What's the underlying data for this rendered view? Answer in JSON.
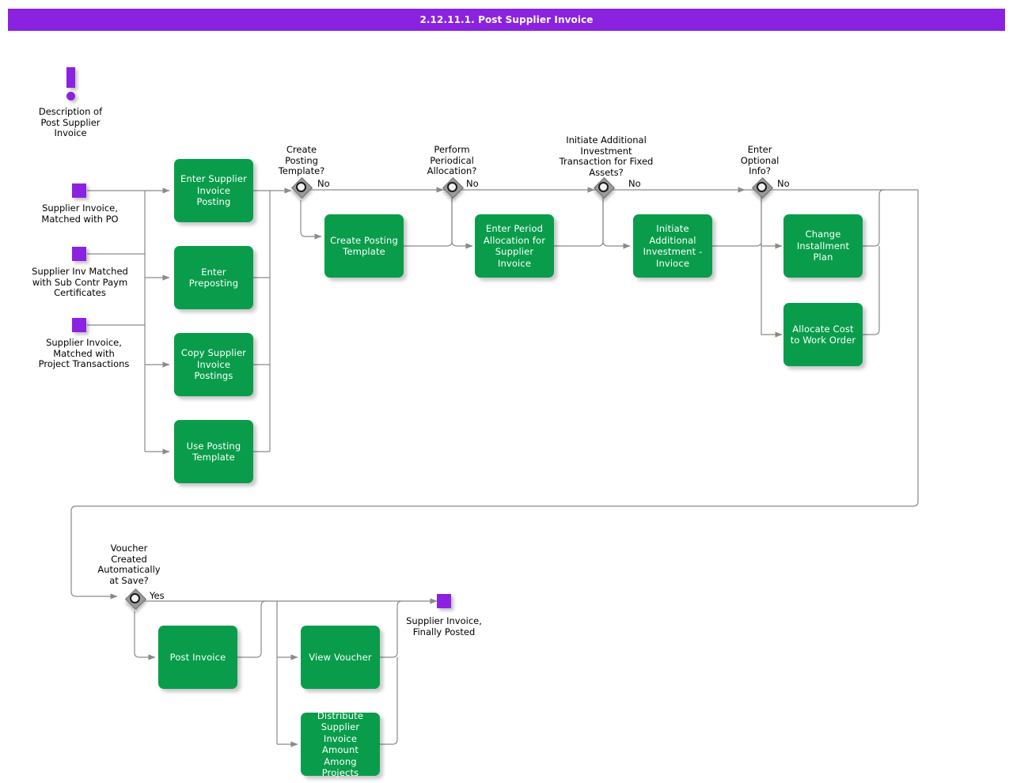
{
  "header": {
    "title": "2.12.11.1. Post Supplier Invoice"
  },
  "description_node": {
    "icon": "exclamation-icon",
    "label": "Description of\nPost Supplier\nInvoice"
  },
  "inputs": [
    {
      "name": "supplier-invoice-matched-with-po",
      "label": "Supplier Invoice,\nMatched with PO"
    },
    {
      "name": "supplier-inv-matched-sub-contr",
      "label": "Supplier Inv Matched\nwith Sub Contr Paym\nCertificates"
    },
    {
      "name": "supplier-invoice-project-transactions",
      "label": "Supplier Invoice,\nMatched with\nProject Transactions"
    }
  ],
  "outputs": [
    {
      "name": "supplier-invoice-finally-posted",
      "label": "Supplier Invoice,\nFinally Posted"
    }
  ],
  "entry_processes": [
    {
      "name": "enter-supplier-invoice-posting",
      "label": "Enter Supplier\nInvoice Posting"
    },
    {
      "name": "enter-preposting",
      "label": "Enter Preposting"
    },
    {
      "name": "copy-supplier-invoice-postings",
      "label": "Copy Supplier\nInvoice Postings"
    },
    {
      "name": "use-posting-template",
      "label": "Use Posting\nTemplate"
    }
  ],
  "decisions": [
    {
      "name": "create-posting-template",
      "question": "Create\nPosting\nTemplate?",
      "branch_label": "No"
    },
    {
      "name": "perform-periodical-allocation",
      "question": "Perform\nPeriodical\nAllocation?",
      "branch_label": "No"
    },
    {
      "name": "initiate-additional-investment",
      "question": "Initiate Additional\nInvestment\nTransaction for Fixed\nAssets?",
      "branch_label": "No"
    },
    {
      "name": "enter-optional-info",
      "question": "Enter\nOptional\nInfo?",
      "branch_label": "No"
    },
    {
      "name": "voucher-created-automatically",
      "question": "Voucher\nCreated\nAutomatically\nat Save?",
      "branch_label": "Yes"
    }
  ],
  "processes": [
    {
      "name": "create-posting-template-process",
      "label": "Create Posting\nTemplate"
    },
    {
      "name": "enter-period-allocation",
      "label": "Enter Period\nAllocation for\nSupplier Invoice"
    },
    {
      "name": "initiate-additional-investment-invoice",
      "label": "Initiate\nAdditional\nInvestment -\nInvioce"
    },
    {
      "name": "change-installment-plan",
      "label": "Change\nInstallment Plan"
    },
    {
      "name": "allocate-cost-to-work-order",
      "label": "Allocate Cost to\nWork Order"
    },
    {
      "name": "post-invoice",
      "label": "Post Invoice"
    },
    {
      "name": "view-voucher",
      "label": "View Voucher"
    },
    {
      "name": "distribute-supplier-invoice-amount",
      "label": "Distribute\nSupplier Invoice\nAmount Among\nProjects"
    }
  ],
  "colors": {
    "titlebar": "#8b22e0",
    "process": "#099d4b",
    "data_node": "#8b22e0",
    "decision": "#9a9a9a",
    "connector": "#8a8a8a",
    "text_on_process": "#ffffff",
    "text": "#000000"
  }
}
